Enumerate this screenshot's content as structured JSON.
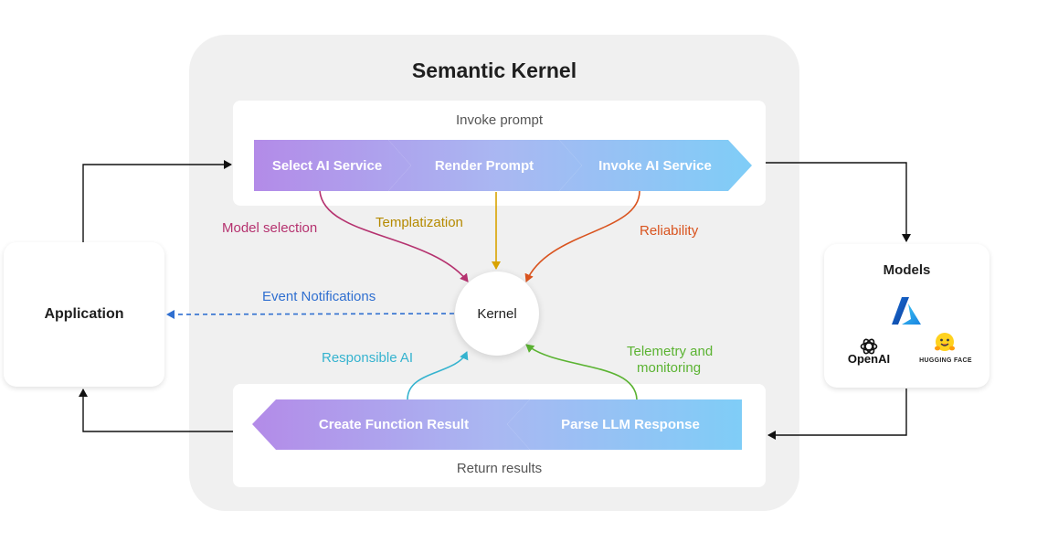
{
  "diagram": {
    "title": "Semantic Kernel",
    "invoke_section_label": "Invoke prompt",
    "return_section_label": "Return results",
    "invoke_steps": [
      "Select AI Service",
      "Render Prompt",
      "Invoke AI Service"
    ],
    "return_steps": [
      "Create Function Result",
      "Parse LLM Response"
    ],
    "kernel_label": "Kernel",
    "application_label": "Application",
    "models": {
      "title": "Models",
      "logos": [
        "azure-logo",
        "openai-logo",
        "hugging-face-logo"
      ],
      "openai_text": "OpenAI",
      "huggingface_text": "HUGGING FACE"
    },
    "connections": {
      "model_selection": "Model selection",
      "templatization": "Templatization",
      "reliability": "Reliability",
      "event_notifications": "Event Notifications",
      "responsible_ai": "Responsible AI",
      "telemetry_line1": "Telemetry and",
      "telemetry_line2": "monitoring"
    },
    "colors": {
      "model_selection": "#b5326f",
      "templatization": "#d9a300",
      "reliability": "#d9531e",
      "event_notifications": "#2f6fd0",
      "responsible_ai": "#35b3cf",
      "telemetry": "#5bb332"
    }
  }
}
